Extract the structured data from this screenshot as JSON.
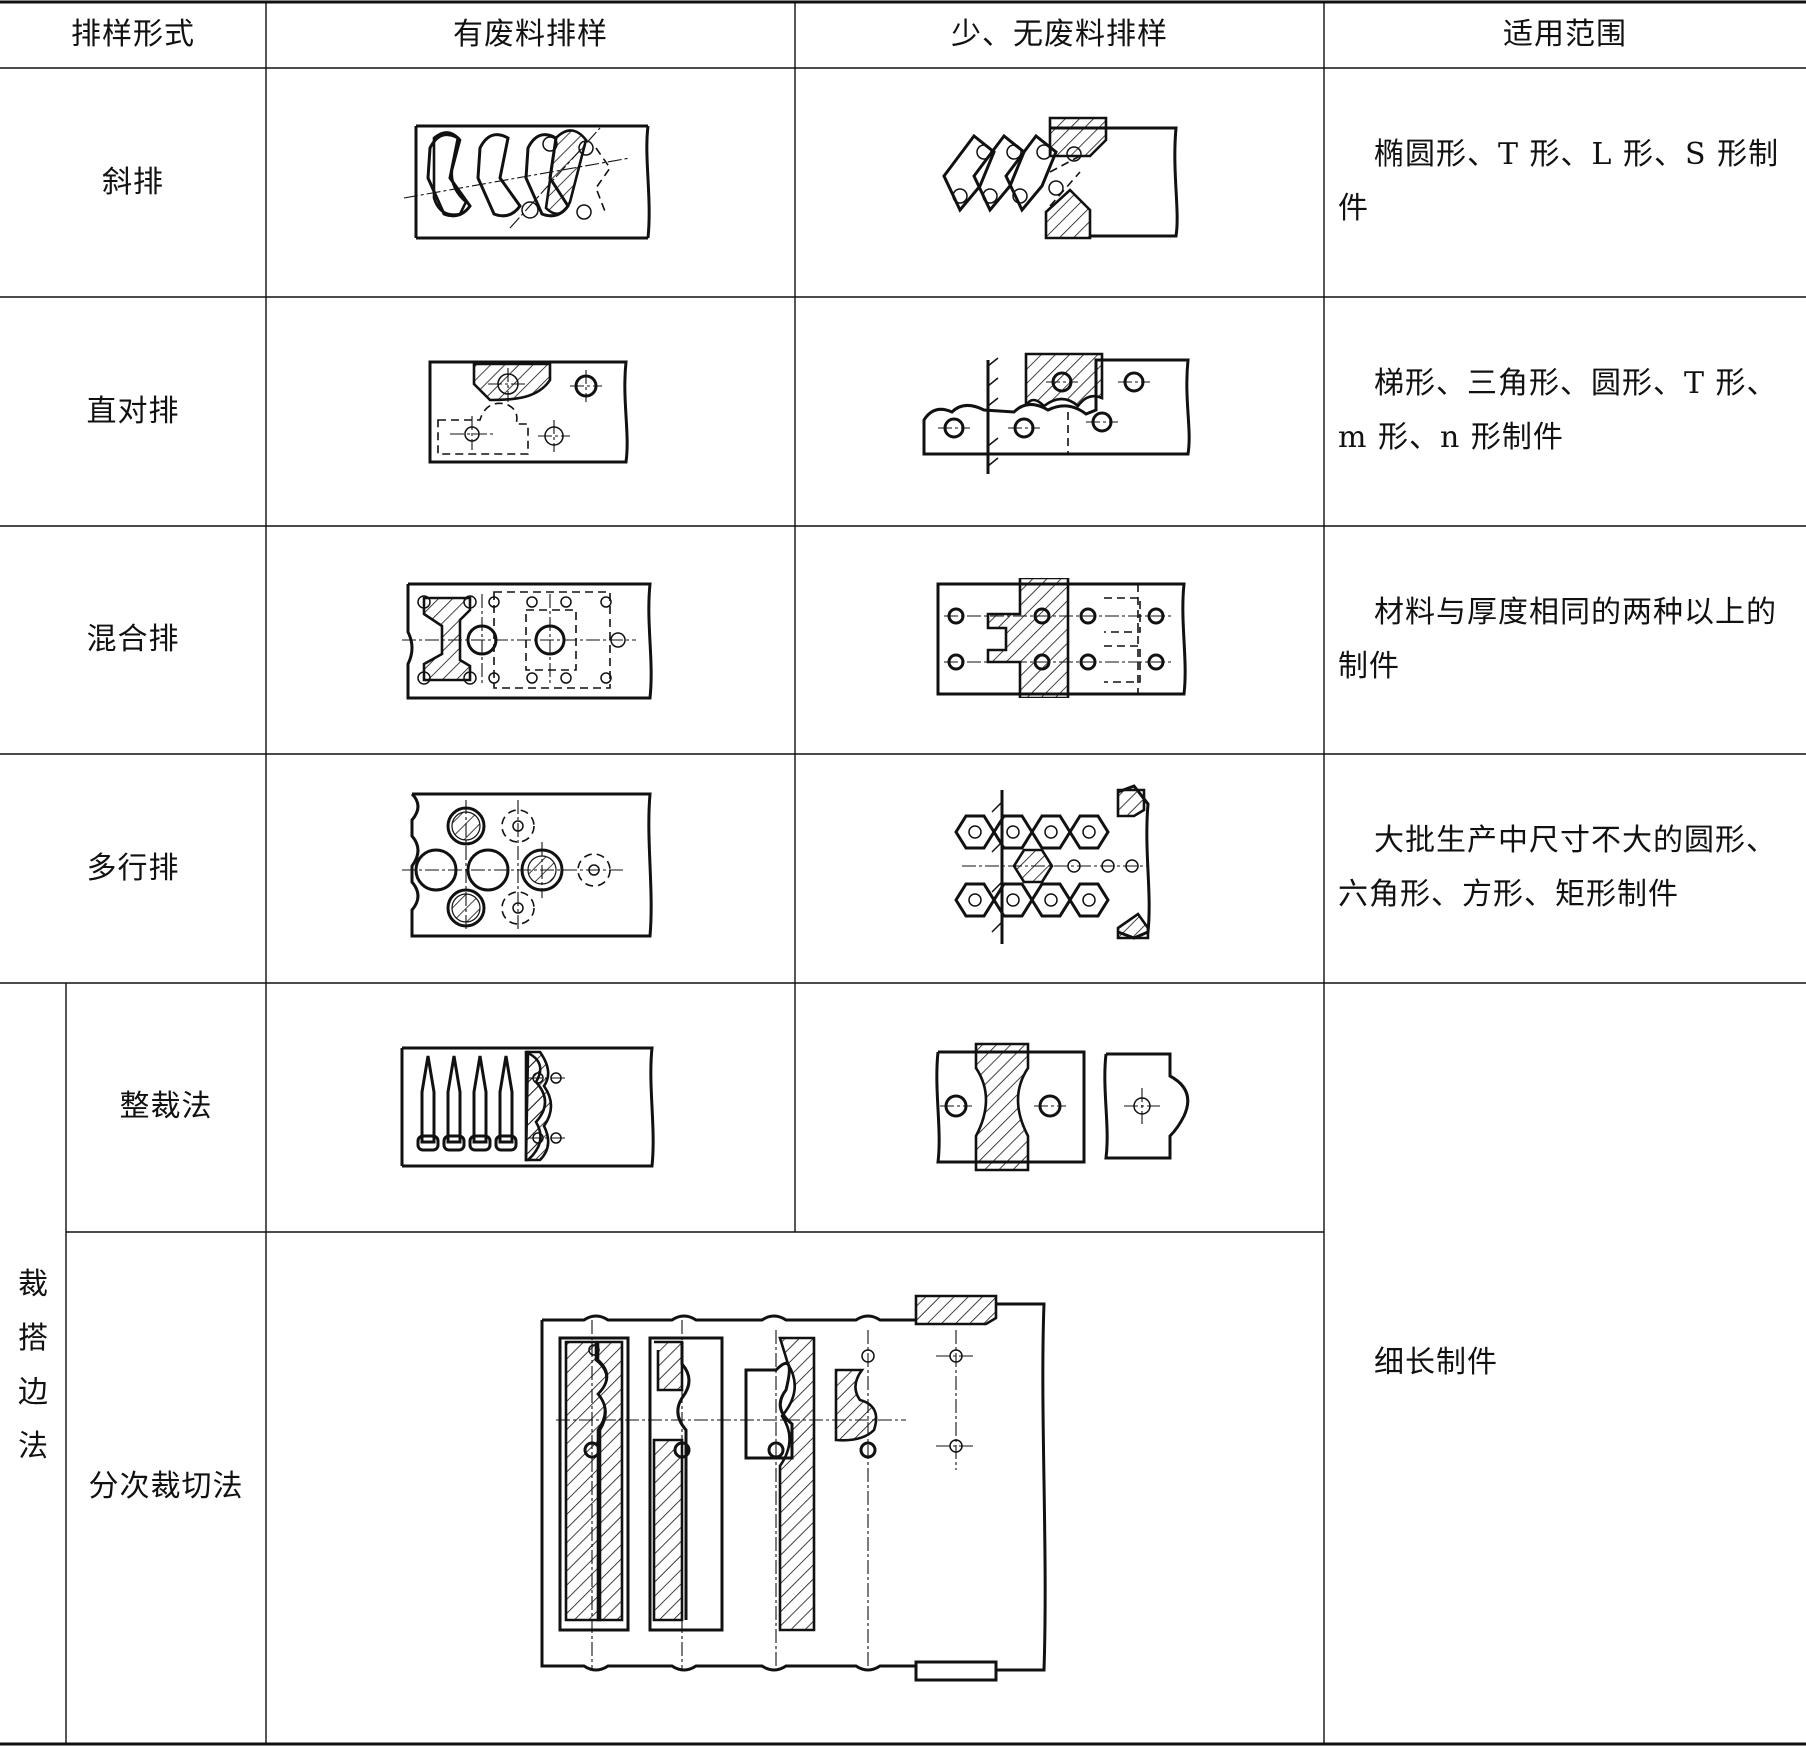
{
  "table": {
    "headers": [
      "排样形式",
      "有废料排样",
      "少、无废料排样",
      "适用范围"
    ],
    "rows": [
      {
        "form": "斜排",
        "usage": "椭圆形、T 形、L 形、S 形制件"
      },
      {
        "form": "直对排",
        "usage": "梯形、三角形、圆形、T 形、m 形、n 形制件"
      },
      {
        "form": "混合排",
        "usage": "材料与厚度相同的两种以上的制件"
      },
      {
        "form": "多行排",
        "usage": "大批生产中尺寸不大的圆形、六角形、方形、矩形制件"
      }
    ],
    "group": {
      "label": "裁搭边法",
      "sub_rows": [
        {
          "form": "整裁法"
        },
        {
          "form": "分次裁切法"
        }
      ],
      "usage": "细长制件"
    }
  }
}
